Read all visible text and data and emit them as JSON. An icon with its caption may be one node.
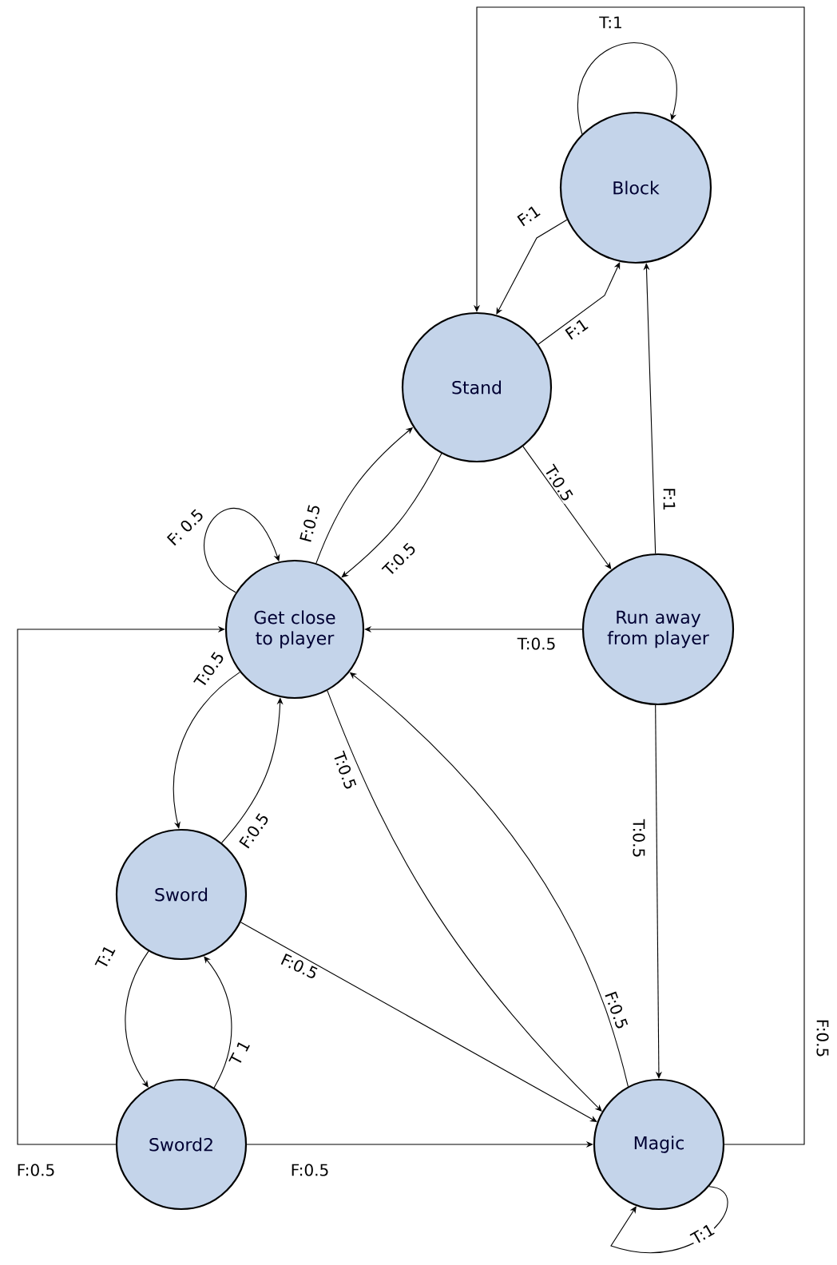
{
  "diagram": {
    "nodes": [
      {
        "text": [
          "Block"
        ]
      },
      {
        "text": [
          "Stand"
        ]
      },
      {
        "text": [
          "Get close to player"
        ]
      },
      {
        "text": [
          "Run away from player"
        ]
      },
      {
        "text": [
          "Sword"
        ]
      },
      {
        "text": [
          "Sword2"
        ]
      },
      {
        "text": [
          "Magic"
        ]
      }
    ],
    "edges": [
      {
        "from": 0,
        "to": 0,
        "arrow": "to",
        "label": "T:1"
      },
      {
        "from": 0,
        "to": 1,
        "arrow": "to",
        "label": "F:1"
      },
      {
        "from": 1,
        "to": 0,
        "arrow": "to",
        "label": "F:1"
      },
      {
        "from": 6,
        "to": 1,
        "arrow": "to",
        "label": "F:0.5"
      },
      {
        "from": 1,
        "to": 3,
        "arrow": "to",
        "label": "T:0.5"
      },
      {
        "from": 1,
        "to": 2,
        "arrow": "to",
        "label": "T:0.5"
      },
      {
        "from": 2,
        "to": 1,
        "arrow": "to",
        "label": "F:0.5"
      },
      {
        "from": 2,
        "to": 2,
        "arrow": "to",
        "label": "F: 0.5"
      },
      {
        "from": 3,
        "to": 0,
        "arrow": "to",
        "label": "F:1"
      },
      {
        "from": 3,
        "to": 2,
        "arrow": "to",
        "label": "T:0.5"
      },
      {
        "from": 3,
        "to": 6,
        "arrow": "to",
        "label": "T:0.5"
      },
      {
        "from": 2,
        "to": 4,
        "arrow": "to",
        "label": "T:0.5"
      },
      {
        "from": 4,
        "to": 2,
        "arrow": "to",
        "label": "F:0.5"
      },
      {
        "from": 2,
        "to": 6,
        "arrow": "to",
        "label": "T:0.5"
      },
      {
        "from": 6,
        "to": 2,
        "arrow": "to",
        "label": "F:0.5"
      },
      {
        "from": 4,
        "to": 6,
        "arrow": "to",
        "label": "F:0.5"
      },
      {
        "from": 4,
        "to": 5,
        "arrow": "to",
        "label": "T:1"
      },
      {
        "from": 5,
        "to": 4,
        "arrow": "to",
        "label": "T 1"
      },
      {
        "from": 5,
        "to": 2,
        "arrow": "to",
        "label": "F:0.5"
      },
      {
        "from": 5,
        "to": 6,
        "arrow": "to",
        "label": "F:0.5"
      },
      {
        "from": 6,
        "to": 6,
        "arrow": "to",
        "label": "T:1"
      }
    ]
  }
}
